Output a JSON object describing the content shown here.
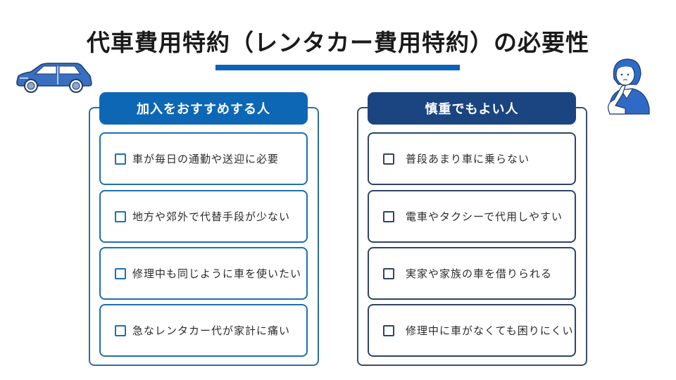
{
  "title": "代車費用特約（レンタカー費用特約）の必要性",
  "colors": {
    "title_bar": "#0b63b8",
    "left_header": "#0e67b5",
    "right_header": "#1a4580",
    "left_border": "#1d6fb3",
    "right_border": "#2f4466"
  },
  "illustrations": {
    "left": "car-icon",
    "right": "thinking-person-icon"
  },
  "left_panel": {
    "header": "加入をおすすめする人",
    "items": [
      {
        "label": "車が毎日の通勤や送迎に必要",
        "checked": false
      },
      {
        "label": "地方や郊外で代替手段が少ない",
        "checked": false
      },
      {
        "label": "修理中も同じように車を使いたい",
        "checked": false
      },
      {
        "label": "急なレンタカー代が家計に痛い",
        "checked": false
      }
    ]
  },
  "right_panel": {
    "header": "慎重でもよい人",
    "items": [
      {
        "label": "普段あまり車に乗らない",
        "checked": false
      },
      {
        "label": "電車やタクシーで代用しやすい",
        "checked": false
      },
      {
        "label": "実家や家族の車を借りられる",
        "checked": false
      },
      {
        "label": "修理中に車がなくても困りにくい",
        "checked": false
      }
    ]
  }
}
